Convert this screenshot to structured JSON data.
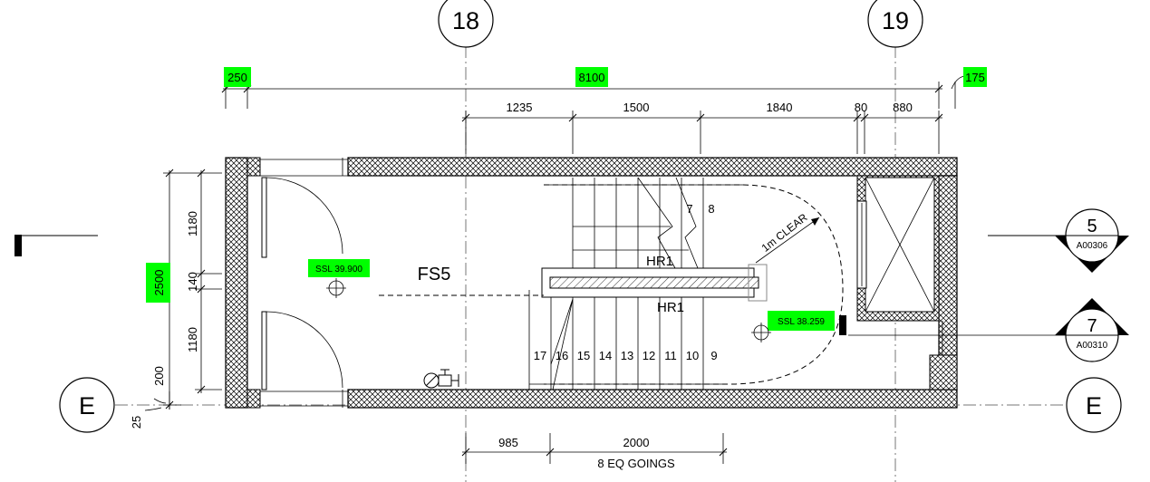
{
  "grid_lines": {
    "col_18": "18",
    "col_19": "19",
    "row_e_left": "E",
    "row_e_right": "E"
  },
  "highlight_color": "#00ff00",
  "dimensions": {
    "top_overall": "8100",
    "top_left_offset": "250",
    "top_right_offset": "175",
    "top_segments": [
      "1235",
      "1500",
      "1840",
      "80",
      "880"
    ],
    "left_overall": "2500",
    "left_segments": [
      "1180",
      "140",
      "1180"
    ],
    "left_offsets": [
      "200",
      "25"
    ],
    "bottom_segments": [
      "985",
      "2000"
    ],
    "bottom_note": "8 EQ GOINGS"
  },
  "room_label": "FS5",
  "levels": {
    "left": "SSL 39.900",
    "right": "SSL 38.259"
  },
  "handrails": {
    "upper": "HR1",
    "lower": "HR1"
  },
  "clearance_note": "1m CLEAR",
  "tread_numbers": {
    "upper": [
      "7",
      "8"
    ],
    "lower": [
      "17",
      "16",
      "15",
      "14",
      "13",
      "12",
      "11",
      "10",
      "9"
    ]
  },
  "section_markers": [
    {
      "number": "5",
      "sheet": "A00306"
    },
    {
      "number": "7",
      "sheet": "A00310"
    }
  ]
}
